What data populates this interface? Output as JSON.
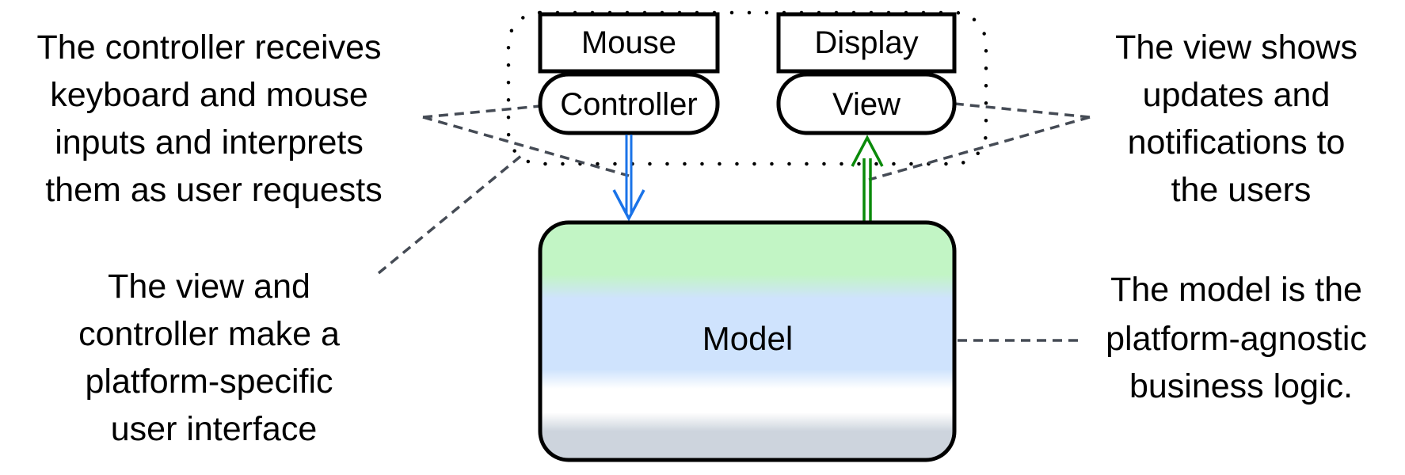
{
  "nodes": {
    "mouse": "Mouse",
    "controller": "Controller",
    "display": "Display",
    "view": "View",
    "model": "Model"
  },
  "annotations": {
    "controller_note": [
      "The controller receives",
      "keyboard and mouse",
      "inputs and interprets",
      "them as user requests"
    ],
    "platform_note": [
      "The view and",
      "controller make a",
      "platform-specific",
      "user interface"
    ],
    "view_note": [
      "The view shows",
      "updates and",
      "notifications to",
      "the users"
    ],
    "model_note": [
      "The model is the",
      "platform-agnostic",
      "business logic."
    ]
  },
  "colors": {
    "controller_arrow": "#1a73e8",
    "view_arrow": "#0a8a0a",
    "model_top": "#c2f5c5",
    "model_mid": "#cfe3fd",
    "model_bottom": "#cdd4dd",
    "leader_line": "#454b55"
  }
}
